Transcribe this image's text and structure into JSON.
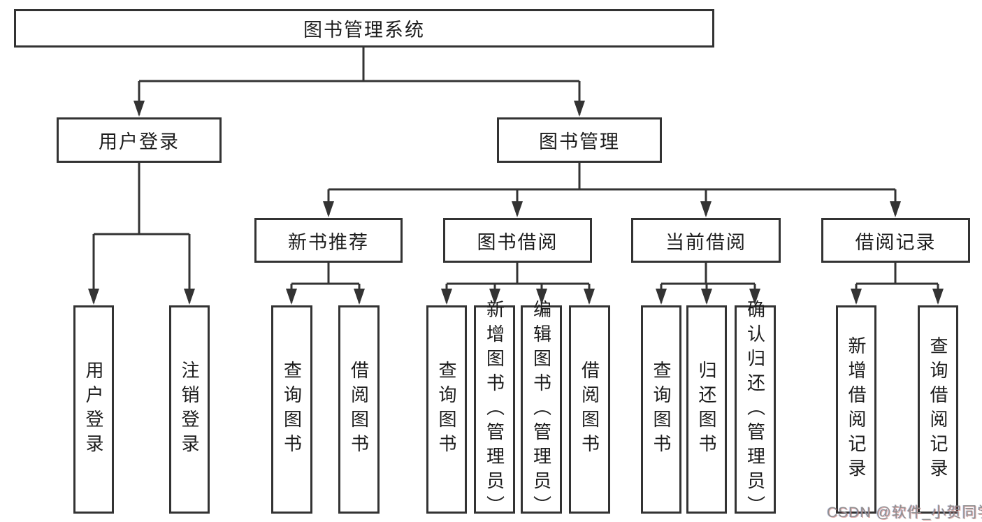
{
  "diagram_type": "hierarchy-tree",
  "colors": {
    "line": "#333333",
    "box_border": "#333333",
    "box_fill": "#ffffff",
    "text": "#1c1c1c",
    "watermark_text": "#8f8f8f"
  },
  "tree": {
    "label": "图书管理系统",
    "children": [
      {
        "label": "用户登录",
        "children": [
          {
            "label": "用户登录"
          },
          {
            "label": "注销登录"
          }
        ]
      },
      {
        "label": "图书管理",
        "children": [
          {
            "label": "新书推荐",
            "children": [
              {
                "label": "查询图书"
              },
              {
                "label": "借阅图书"
              }
            ]
          },
          {
            "label": "图书借阅",
            "children": [
              {
                "label": "查询图书"
              },
              {
                "label": "新增图书（管理员）"
              },
              {
                "label": "编辑图书（管理员）"
              },
              {
                "label": "借阅图书"
              }
            ]
          },
          {
            "label": "当前借阅",
            "children": [
              {
                "label": "查询图书"
              },
              {
                "label": "归还图书"
              },
              {
                "label": "确认归还（管理员）"
              }
            ]
          },
          {
            "label": "借阅记录",
            "children": [
              {
                "label": "新增借阅记录"
              },
              {
                "label": "查询借阅记录"
              }
            ]
          }
        ]
      }
    ]
  },
  "watermark": "CSDN @软件_小贺同学"
}
